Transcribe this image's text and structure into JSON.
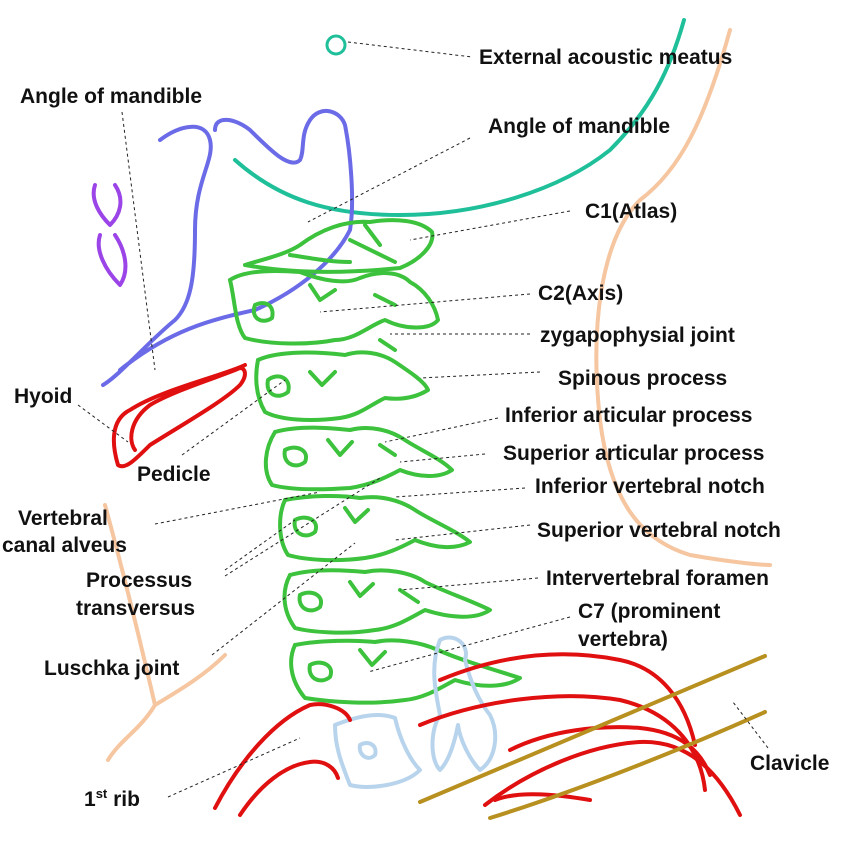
{
  "labels": {
    "external_acoustic_meatus": "External acoustic meatus",
    "angle_of_mandible_left": "Angle of mandible",
    "angle_of_mandible_right": "Angle of mandible",
    "c1_atlas": "C1(Atlas)",
    "c2_axis": "C2(Axis)",
    "zygapophysial_joint": "zygapophysial joint",
    "spinous_process": "Spinous process",
    "inferior_articular_process": "Inferior articular process",
    "superior_articular_process": "Superior articular process",
    "inferior_vertebral_notch": "Inferior vertebral notch",
    "superior_vertebral_notch": "Superior vertebral notch",
    "intervertebral_foramen": "Intervertebral foramen",
    "c7_line1": "C7 (prominent",
    "c7_line2": "vertebra)",
    "clavicle": "Clavicle",
    "hyoid": "Hyoid",
    "pedicle": "Pedicle",
    "vertebral_canal_line1": "Vertebral",
    "vertebral_canal_line2": "canal alveus",
    "processus_line1": "Processus",
    "processus_line2": "transversus",
    "luschka_joint": "Luschka joint",
    "first_rib_num": "1",
    "first_rib_sup": "st",
    "first_rib_word": " rib"
  },
  "colors": {
    "vertebrae": "#3cc23c",
    "mandible": "#6b6be8",
    "meatus_curve": "#1fbf9a",
    "hyoid": "#e01010",
    "ribs": "#e01010",
    "clavicle": "#b89020",
    "skin_outline": "#f5c6a0",
    "purple_ear": "#9b44e8",
    "t1": "#b8d4ec"
  }
}
